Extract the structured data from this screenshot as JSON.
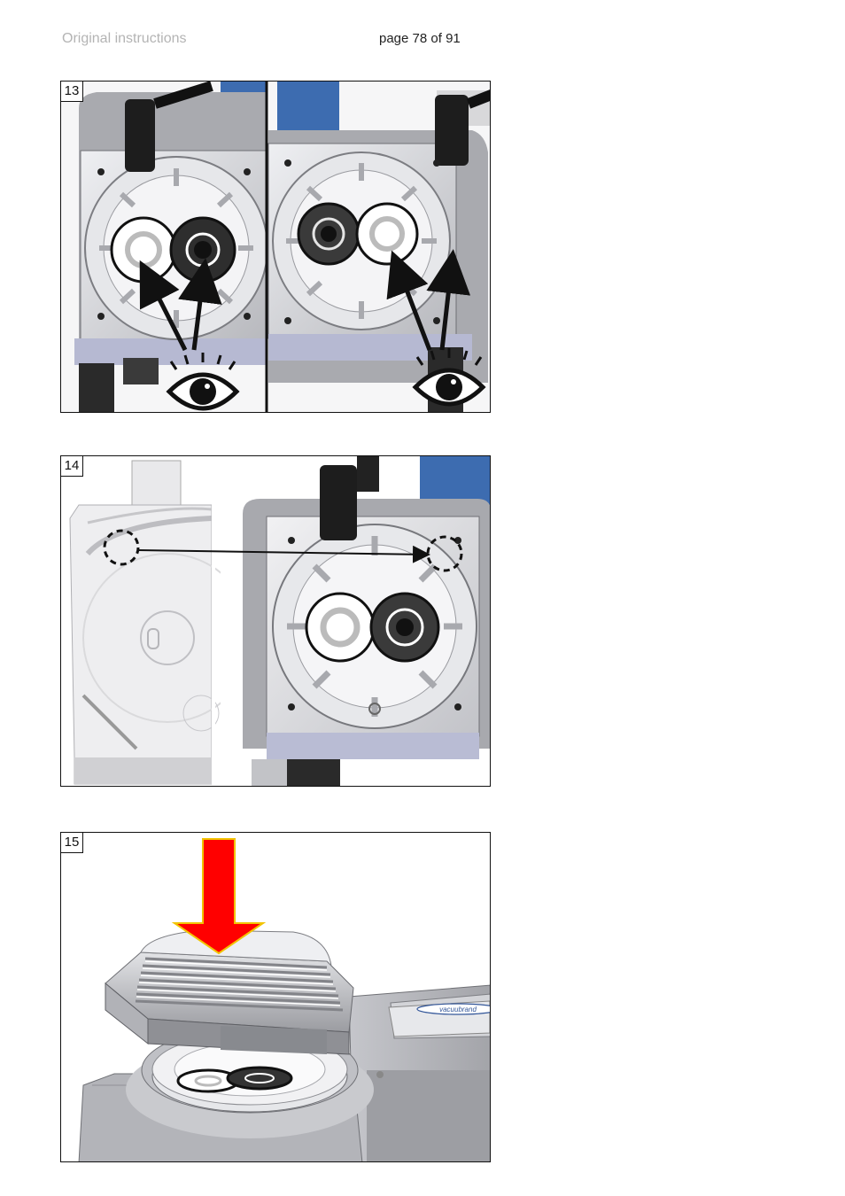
{
  "header": {
    "left": "Original instructions",
    "right": "page 78 of 91"
  },
  "figures": [
    {
      "number": "13"
    },
    {
      "number": "14"
    },
    {
      "number": "15",
      "nameplate": "vacuubrand"
    }
  ],
  "colors": {
    "pump_body": "#c8c9cd",
    "pump_shadow": "#8f9095",
    "blue_housing": "#3d6cb0",
    "fitting": "#1d1d1d",
    "arrow_red": "#ff0000",
    "arrow_red_border": "#f2c300"
  }
}
